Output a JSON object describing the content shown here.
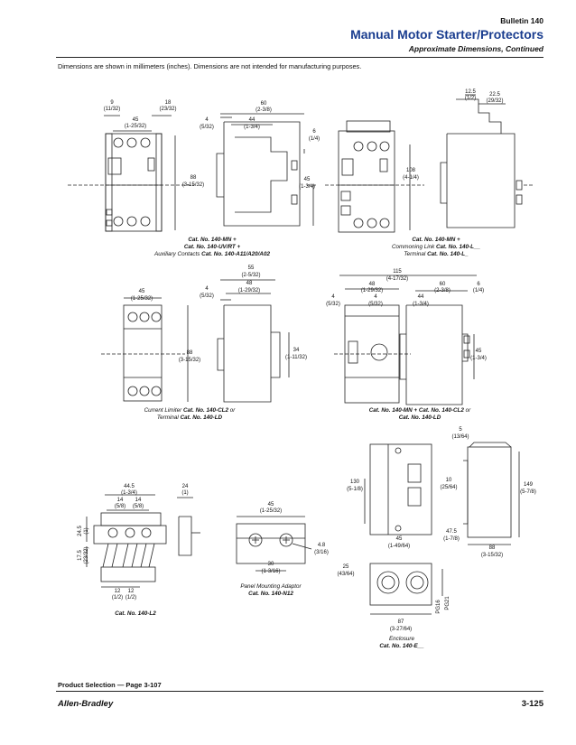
{
  "header": {
    "bulletin": "Bulletin 140",
    "title": "Manual Motor Starter/Protectors",
    "subtitle": "Approximate Dimensions, Continued"
  },
  "intro": "Dimensions are shown in millimeters (inches). Dimensions are not intended for manufacturing purposes.",
  "captions": {
    "fig1": {
      "l1": "Cat. No. 140-MN +",
      "l2": "Cat. No. 140-UV/RT +",
      "l3a": "Auxiliary Contacts ",
      "l3b": "Cat. No. 140-A11/A20/A02"
    },
    "fig2": {
      "l1": "Cat. No. 140-MN +",
      "l2a": "Commoning Link ",
      "l2b": "Cat. No. 140-L__",
      "l3a": "Terminal ",
      "l3b": "Cat. No. 140-L_"
    },
    "fig3": {
      "l1a": "Current Limiter ",
      "l1b": "Cat. No. 140-CL2",
      "l1c": " or",
      "l2a": "Terminal ",
      "l2b": "Cat. No. 140-LD"
    },
    "fig4": {
      "l1a": "Cat. No. 140-MN + Cat. No. 140-CL2",
      "l1b": " or",
      "l2": "Cat. No. 140-LD"
    },
    "fig5": {
      "l1": "Cat. No. 140-L2"
    },
    "fig6": {
      "l1": "Panel Mounting Adaptor",
      "l2": "Cat. No. 140-N12"
    },
    "fig7": {
      "l1": "Enclosure",
      "l2": "Cat. No. 140-E__"
    }
  },
  "dims": {
    "f1_9": "9",
    "f1_9i": "(11/32)",
    "f1_18": "18",
    "f1_18i": "(23/32)",
    "f1_45": "45",
    "f1_45i": "(1-25/32)",
    "f1_88": "88",
    "f1_88i": "(3-15/32)",
    "f1_4": "4",
    "f1_4i": "(5/32)",
    "f1_60": "60",
    "f1_60i": "(2-3/8)",
    "f1_44": "44",
    "f1_44i": "(1-3/4)",
    "f1_6": "6",
    "f1_6i": "(1/4)",
    "f1_45b": "45",
    "f1_45bi": "(1-3/4)",
    "f2_125": "12.5",
    "f2_125i": "(1/2)",
    "f2_225": "22.5",
    "f2_225i": "(29/32)",
    "f2_108": "108",
    "f2_108i": "(4-1/4)",
    "f3_45": "45",
    "f3_45i": "(1-25/32)",
    "f3_88": "88",
    "f3_88i": "(3-15/32)",
    "f3_4": "4",
    "f3_4i": "(5/32)",
    "f3_55": "55",
    "f3_55i": "(2-5/32)",
    "f3_48": "48",
    "f3_48i": "(1-29/32)",
    "f3_34": "34",
    "f3_34i": "(1-11/32)",
    "f4_115": "115",
    "f4_115i": "(4-17/32)",
    "f4_48": "48",
    "f4_48i": "(1-29/32)",
    "f4_60": "60",
    "f4_60i": "(2-3/8)",
    "f4_6": "6",
    "f4_6i": "(1/4)",
    "f4_4a": "4",
    "f4_4ai": "(5/32)",
    "f4_4b": "4",
    "f4_4bi": "(5/32)",
    "f4_44": "44",
    "f4_44i": "(1-3/4)",
    "f4_45": "45",
    "f4_45i": "(1-3/4)",
    "f5_445": "44.5",
    "f5_445i": "(1-3/4)",
    "f5_14a": "14",
    "f5_14ai": "(5/8)",
    "f5_14b": "14",
    "f5_14bi": "(5/8)",
    "f5_24": "24",
    "f5_24i": "(1)",
    "f5_245": "24.5",
    "f5_245i": "(1)",
    "f5_175": "17.5",
    "f5_175i": "(23/32)",
    "f5_12a": "12",
    "f5_12ai": "(1/2)",
    "f5_12b": "12",
    "f5_12bi": "(1/2)",
    "f6_45": "45",
    "f6_45i": "(1-25/32)",
    "f6_48": "4.8",
    "f6_48i": "(3/16)",
    "f6_30": "30",
    "f6_30i": "(1-3/16)",
    "f7_5": "5",
    "f7_5i": "(13/64)",
    "f7_130": "130",
    "f7_130i": "(5-1/8)",
    "f7_10": "10",
    "f7_10i": "(25/64)",
    "f7_149": "149",
    "f7_149i": "(5-7/8)",
    "f7_475": "47.5",
    "f7_475i": "(1-7/8)",
    "f7_45": "45",
    "f7_45i": "(1-49/64)",
    "f7_88": "88",
    "f7_88i": "(3-15/32)",
    "f7_25": "25",
    "f7_25i": "(43/64)",
    "f7_87": "87",
    "f7_87i": "(3-27/64)",
    "f7_pg16": "PG16",
    "f7_pg21": "PG21"
  },
  "footer": {
    "ref": "Product Selection — Page 3-107",
    "brand": "Allen-Bradley",
    "page": "3-125"
  }
}
